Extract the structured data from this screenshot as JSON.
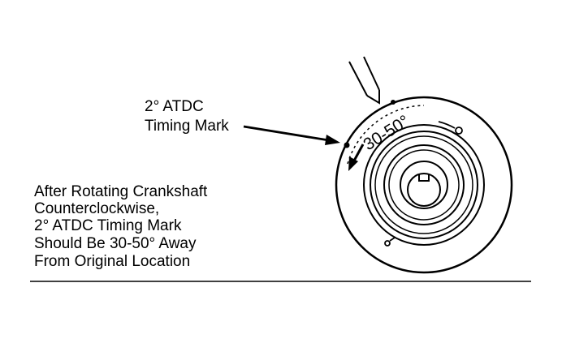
{
  "callout": {
    "line1": "2° ATDC",
    "line2": "Timing Mark"
  },
  "rotation_label": "30-50°",
  "note": {
    "line1": "After Rotating Crankshaft",
    "line2": "Counterclockwise,",
    "line3": "2° ATDC Timing Mark",
    "line4": "Should Be 30-50° Away",
    "line5": "From Original Location"
  },
  "colors": {
    "ink": "#000000",
    "paper": "#ffffff"
  }
}
